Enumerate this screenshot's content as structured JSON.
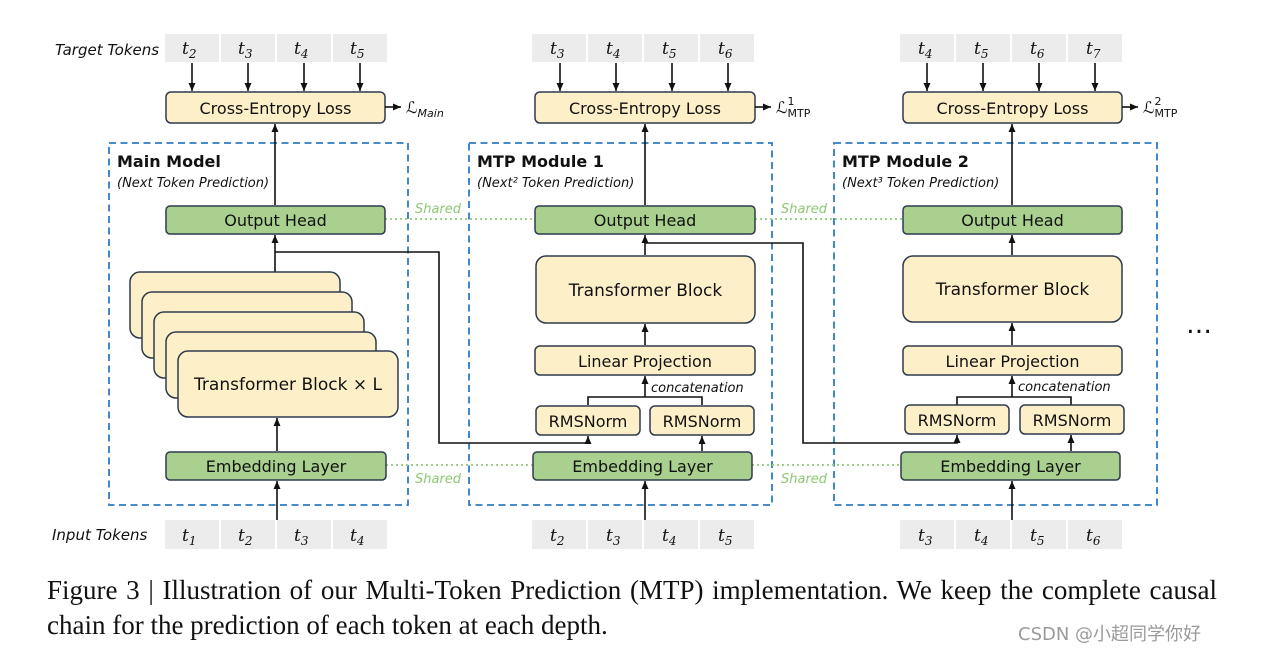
{
  "labels": {
    "target_tokens": "Target Tokens",
    "input_tokens": "Input Tokens",
    "cross_entropy": "Cross-Entropy Loss",
    "output_head": "Output Head",
    "embedding": "Embedding Layer",
    "transformer_block": "Transformer Block",
    "transformer_block_xL": "Transformer Block × L",
    "linear_projection": "Linear Projection",
    "rmsnorm": "RMSNorm",
    "concatenation": "concatenation",
    "shared": "Shared",
    "ellipsis": "…"
  },
  "main": {
    "title": "Main Model",
    "subtitle": "(Next Token Prediction)",
    "target_tokens": [
      "t2",
      "t3",
      "t4",
      "t5"
    ],
    "input_tokens": [
      "t1",
      "t2",
      "t3",
      "t4"
    ],
    "loss": "ℒMain"
  },
  "mtp1": {
    "title": "MTP Module 1",
    "subtitle": "(Next² Token Prediction)",
    "target_tokens": [
      "t3",
      "t4",
      "t5",
      "t6"
    ],
    "input_tokens": [
      "t2",
      "t3",
      "t4",
      "t5"
    ],
    "loss": "ℒ¹MTP"
  },
  "mtp2": {
    "title": "MTP Module 2",
    "subtitle": "(Next³ Token Prediction)",
    "target_tokens": [
      "t4",
      "t5",
      "t6",
      "t7"
    ],
    "input_tokens": [
      "t3",
      "t4",
      "t5",
      "t6"
    ],
    "loss": "ℒ²MTP"
  },
  "caption": "Figure 3 | Illustration of our Multi-Token Prediction (MTP) implementation. We keep the complete causal chain for the prediction of each token at each depth.",
  "watermark": "CSDN @小超同学你好",
  "colors": {
    "block_yellow": "#fdf0c9",
    "block_green": "#a9d08e",
    "frame_blue": "#2f7bc4",
    "shared_green": "#9fd08b",
    "token_gray": "#ececec"
  }
}
